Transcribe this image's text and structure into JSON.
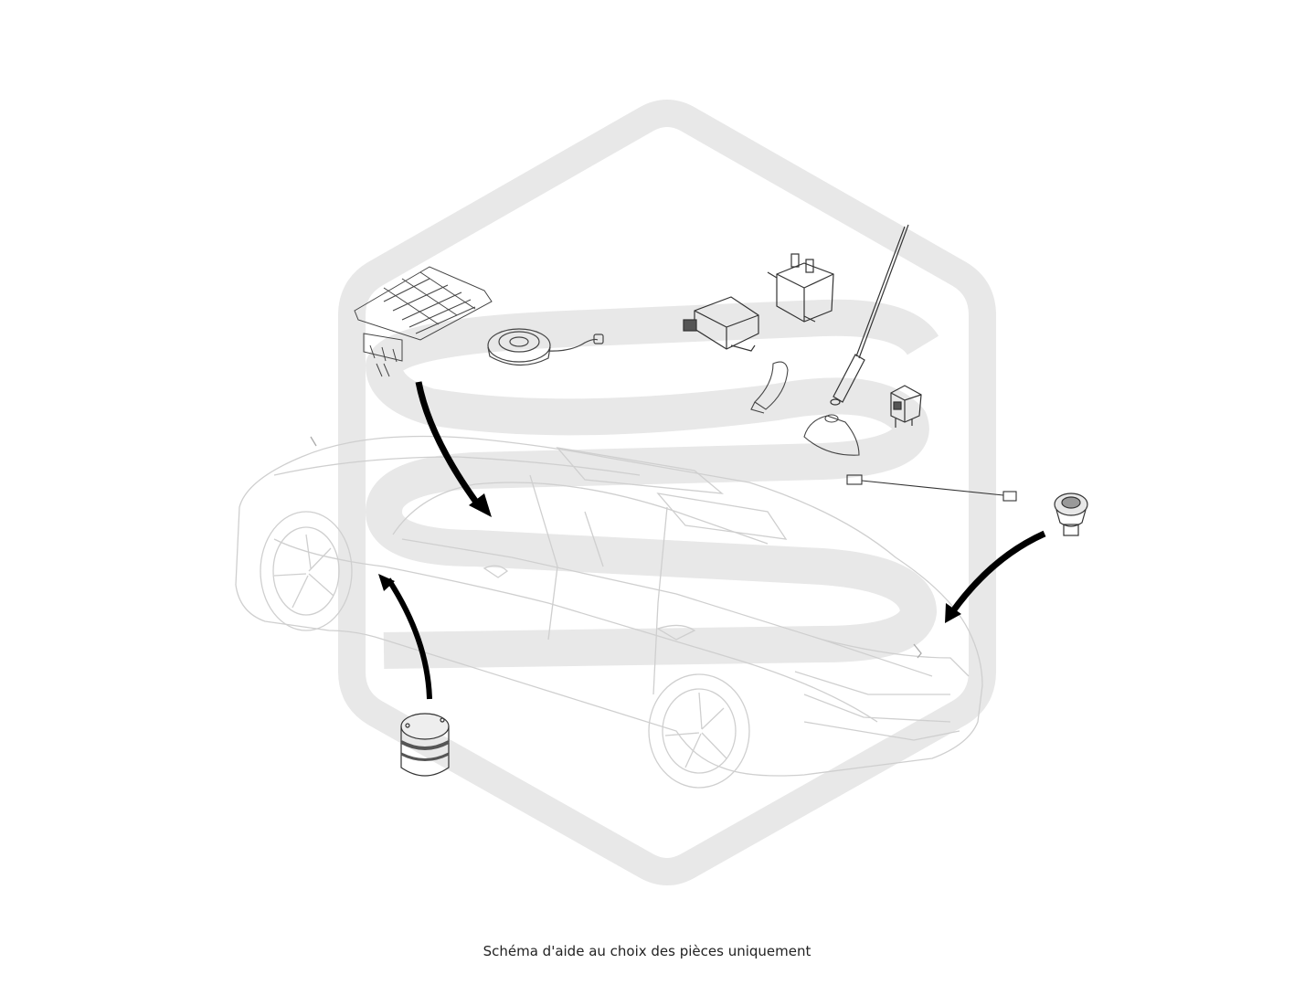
{
  "diagram": {
    "caption": "Schéma d'aide au choix des pièces uniquement",
    "colors": {
      "watermark": "#e9e9e9",
      "car_outline": "#cfcfcf",
      "part_outline": "#333333",
      "arrow": "#000000"
    },
    "watermark_name": "hexagon-logo-watermark",
    "parts": [
      "hood-keypad-panel",
      "speaker-puck-with-cable",
      "control-module",
      "upper-relay-module",
      "antenna-mast",
      "antenna-base",
      "curved-bracket",
      "switch-block",
      "cable-with-connectors",
      "round-push-button",
      "cylindrical-motor"
    ]
  }
}
